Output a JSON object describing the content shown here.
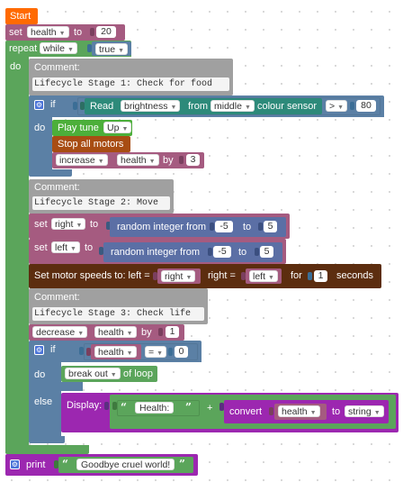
{
  "start_label": "Start",
  "set_health": {
    "set": "set",
    "var": "health",
    "to": "to",
    "value": "20"
  },
  "repeat": {
    "label": "repeat",
    "mode": "while",
    "cond": "true",
    "do": "do"
  },
  "stage1": {
    "comment_label": "Comment:",
    "comment_text": "Lifecycle Stage 1: Check for food",
    "if": "if",
    "read": "Read",
    "sensor_prop": "brightness",
    "from": "from",
    "sensor_pos": "middle",
    "sensor_type": "colour sensor",
    "op": ">",
    "threshold": "80",
    "do": "do",
    "play_tune": "Play tune",
    "tune": "Up",
    "stop_motors": "Stop all motors",
    "increase": "increase",
    "var": "health",
    "by": "by",
    "amount": "3"
  },
  "stage2": {
    "comment_label": "Comment:",
    "comment_text": "Lifecycle Stage 2: Move",
    "set": "set",
    "right_var": "right",
    "left_var": "left",
    "to": "to",
    "random_label": "random integer from",
    "from_right": "-5",
    "to_right": "5",
    "from_left": "-5",
    "to_left": "5",
    "motor_speeds": "Set motor speeds to: left =",
    "right_eq": "right =",
    "right_val": "right",
    "left_val": "left",
    "for": "for",
    "seconds_val": "1",
    "seconds": "seconds"
  },
  "stage3": {
    "comment_label": "Comment:",
    "comment_text": "Lifecycle Stage 3: Check life",
    "decrease": "decrease",
    "var": "health",
    "by": "by",
    "amount": "1",
    "if": "if",
    "cmp_var": "health",
    "op": "=",
    "value": "0",
    "do": "do",
    "break": "break out",
    "of_loop": "of loop",
    "else": "else",
    "display": "Display:",
    "health_text": "Health: ",
    "plus": "+",
    "convert": "convert",
    "convert_var": "health",
    "to": "to",
    "to_type": "string"
  },
  "print": {
    "label": "print",
    "text": "Goodbye cruel world!"
  },
  "colors": {
    "orange": "#ff6a00",
    "purple": "#a55b80",
    "green": "#5ba55b",
    "blue": "#5b80a5",
    "teal": "#2d8a7a",
    "gray": "#a0a0a0",
    "play_green": "#4caf3a",
    "brown": "#a84d13",
    "dark_brown": "#5c2d0f",
    "violet": "#9c27b0",
    "logic_blue": "#5b80a5"
  }
}
